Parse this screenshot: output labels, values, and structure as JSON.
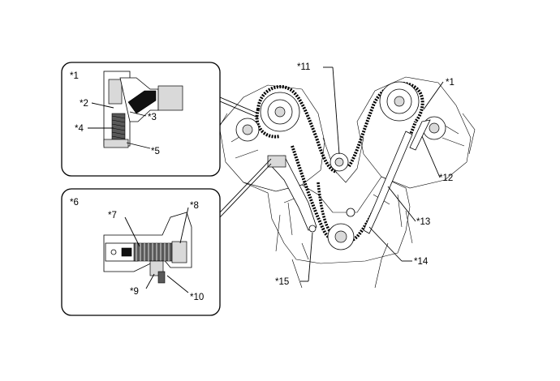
{
  "callouts": {
    "c1_inset": "*1",
    "c2": "*2",
    "c3": "*3",
    "c4": "*4",
    "c5": "*5",
    "c6": "*6",
    "c7": "*7",
    "c8": "*8",
    "c9": "*9",
    "c10": "*10",
    "c11": "*11",
    "c1_main": "*1",
    "c12": "*12",
    "c13": "*13",
    "c14": "*14",
    "c15": "*15"
  }
}
